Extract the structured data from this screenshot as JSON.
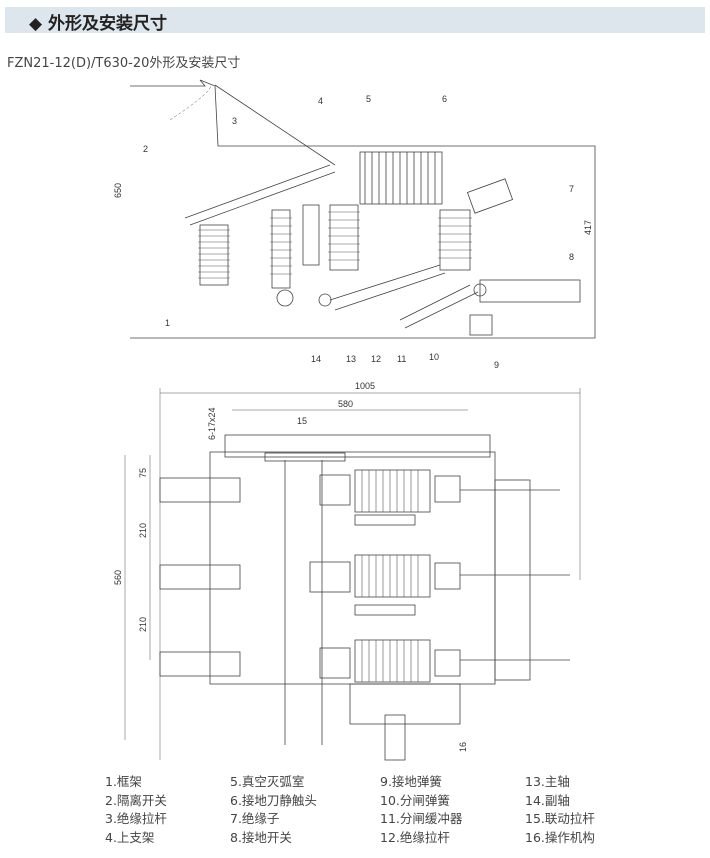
{
  "header": {
    "title": "◆ 外形及安装尺寸"
  },
  "subtitle": "FZN21-12(D)/T630-20外形及安装尺寸",
  "side_view": {
    "dims": {
      "height": "650",
      "right_height": "417"
    },
    "part_labels": [
      "1",
      "2",
      "3",
      "4",
      "5",
      "6",
      "7",
      "8",
      "9",
      "10",
      "11",
      "12",
      "13",
      "14"
    ]
  },
  "plan_view": {
    "dims": {
      "width_total": "1005",
      "width_inner": "580",
      "holes": "6-17x24",
      "top": "75",
      "pitch1": "210",
      "pitch2": "210",
      "height_total": "560"
    },
    "part_labels": [
      "15",
      "16"
    ]
  },
  "legend": [
    [
      "1.框架",
      "2.隔离开关",
      "3.绝缘拉杆",
      "4.上支架"
    ],
    [
      "5.真空灭弧室",
      "6.接地刀静触头",
      "7.绝缘子",
      "8.接地开关"
    ],
    [
      "9.接地弹簧",
      "10.分闸弹簧",
      "11.分闸缓冲器",
      "12.绝缘拉杆"
    ],
    [
      "13.主轴",
      "14.副轴",
      "15.联动拉杆",
      "16.操作机构"
    ]
  ]
}
